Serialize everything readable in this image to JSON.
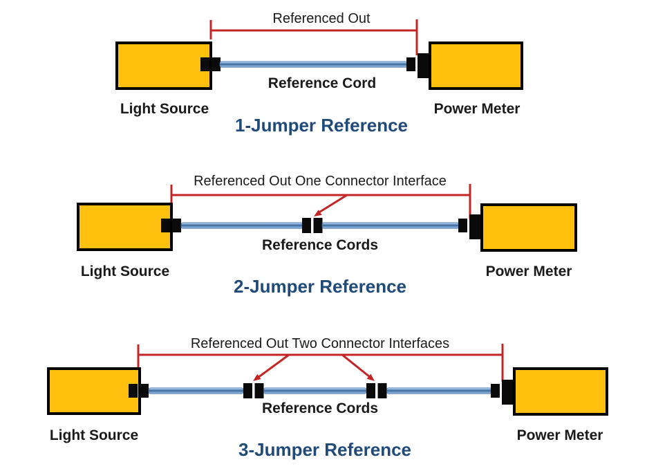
{
  "colors": {
    "device_fill": "#FFC10E",
    "device_border": "#000000",
    "connector_black": "#0A0A0A",
    "cord_light": "#BCD2E9",
    "cord_mid": "#6F9BCA",
    "cord_dark": "#35618F",
    "cord_lower": "#8FB0D5",
    "cord_edge": "#4A77A8",
    "dimension_red": "#C42424",
    "title_navy": "#1F4A7A",
    "text_black": "#1A1A1A"
  },
  "panels": [
    {
      "dimension_caption": "Referenced Out",
      "cord_label": "Reference Cord",
      "left_device": "Light Source",
      "right_device": "Power Meter",
      "title": "1-Jumper Reference"
    },
    {
      "dimension_caption": "Referenced Out One Connector Interface",
      "cord_label": "Reference Cords",
      "left_device": "Light Source",
      "right_device": "Power Meter",
      "title": "2-Jumper Reference"
    },
    {
      "dimension_caption": "Referenced Out Two Connector Interfaces",
      "cord_label": "Reference Cords",
      "left_device": "Light Source",
      "right_device": "Power Meter",
      "title": "3-Jumper Reference"
    }
  ]
}
